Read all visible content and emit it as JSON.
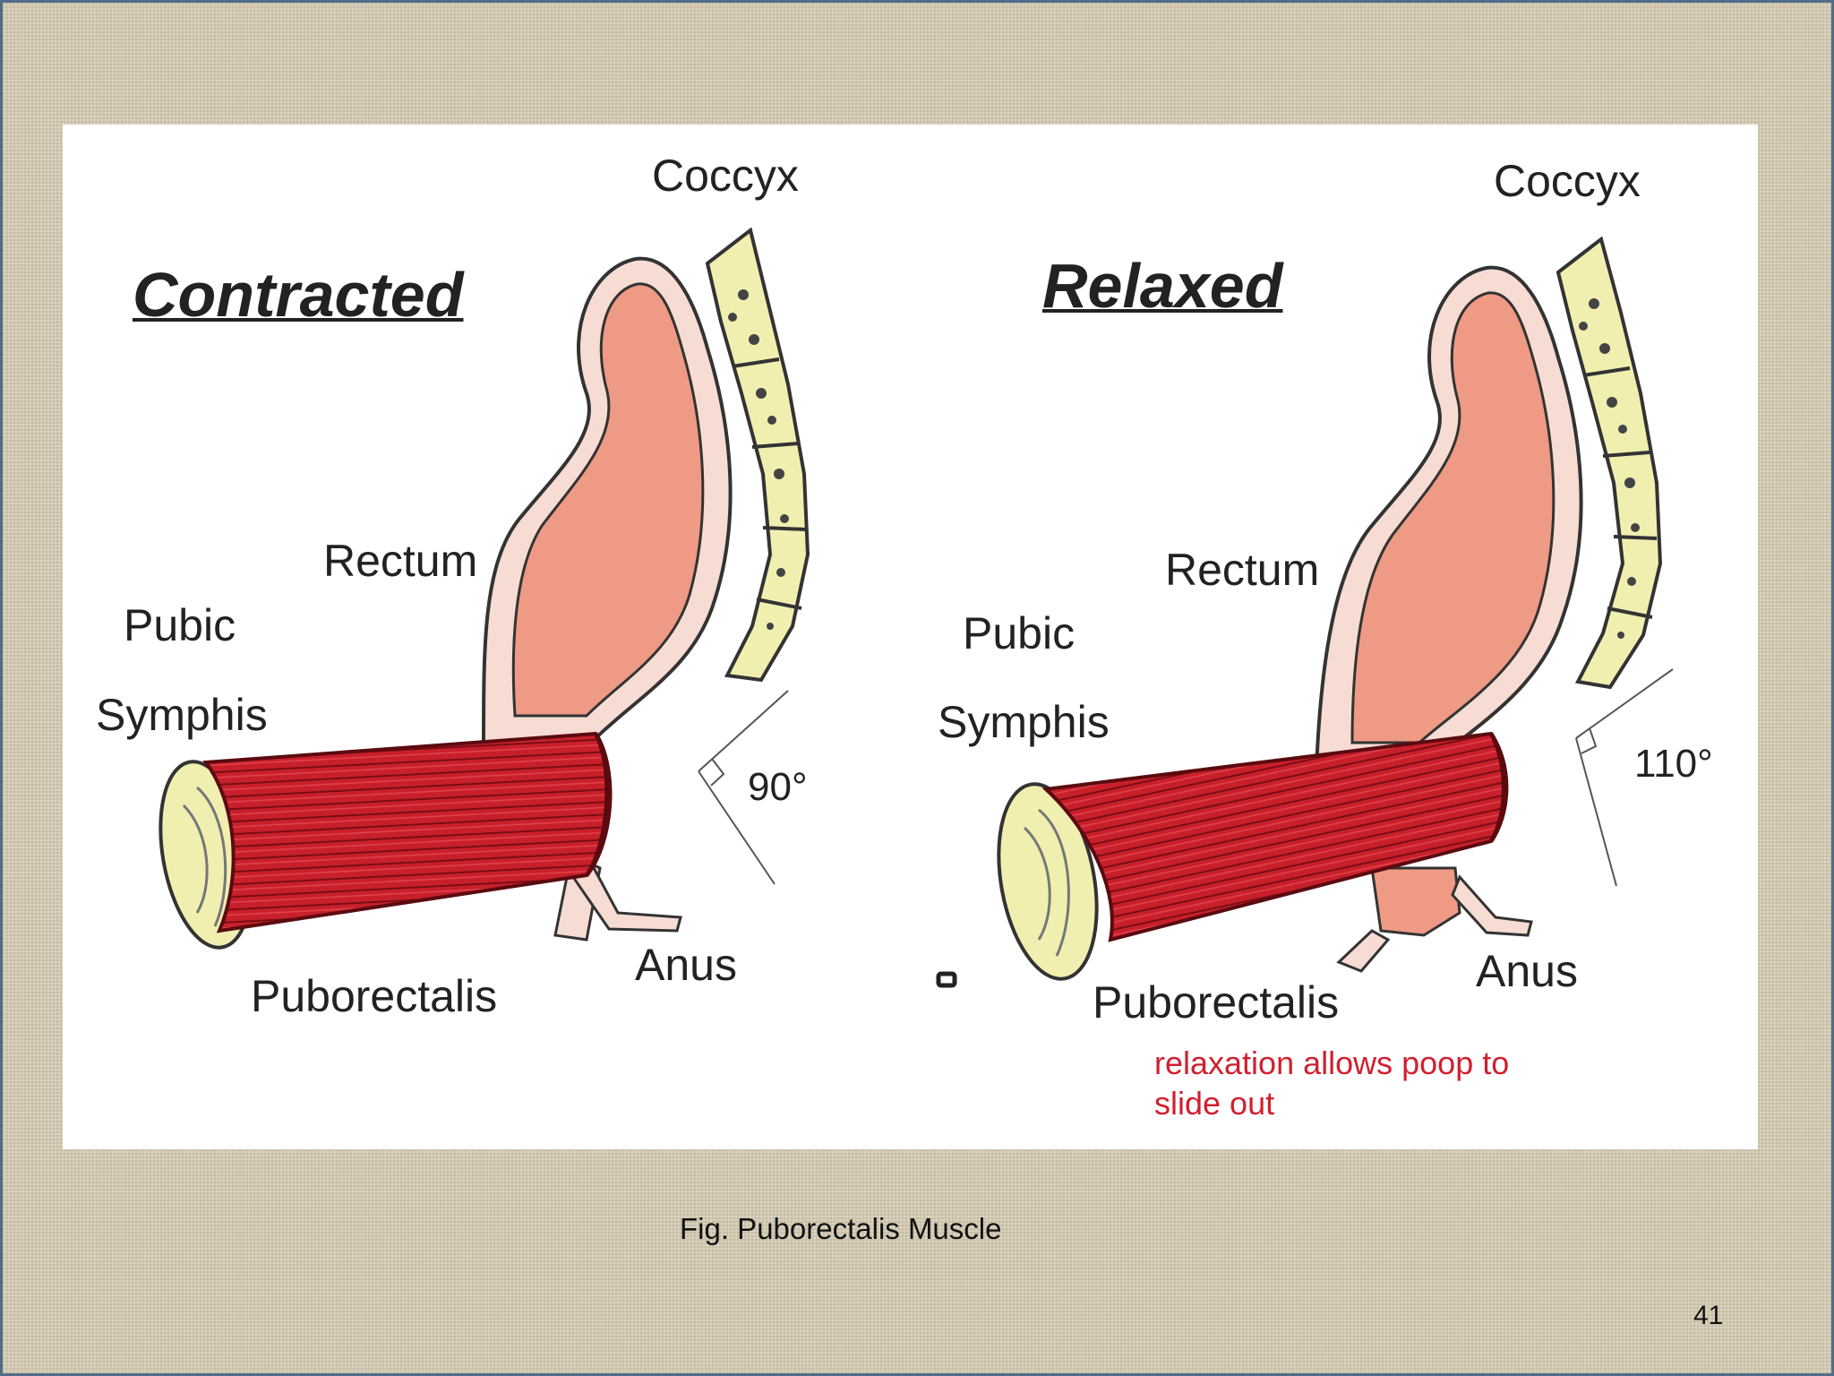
{
  "panels": {
    "contracted": {
      "title": "Contracted",
      "coccyx": "Coccyx",
      "rectum": "Rectum",
      "pubic": "Pubic",
      "symphis": "Symphis",
      "puborectalis": "Puborectalis",
      "anus": "Anus",
      "angle": "90°"
    },
    "relaxed": {
      "title": "Relaxed",
      "coccyx": "Coccyx",
      "rectum": "Rectum",
      "pubic": "Pubic",
      "symphis": "Symphis",
      "puborectalis": "Puborectalis",
      "anus": "Anus",
      "angle": "110°",
      "note": "relaxation allows poop to slide out"
    }
  },
  "caption": "Fig.  Puborectalis Muscle",
  "page_number": "41",
  "colors": {
    "muscle": "#c8202b",
    "rectum": "#ee9a84",
    "rectum_wall": "#f6dcd3",
    "bone": "#f1efb0",
    "note_text": "#d0202f"
  }
}
